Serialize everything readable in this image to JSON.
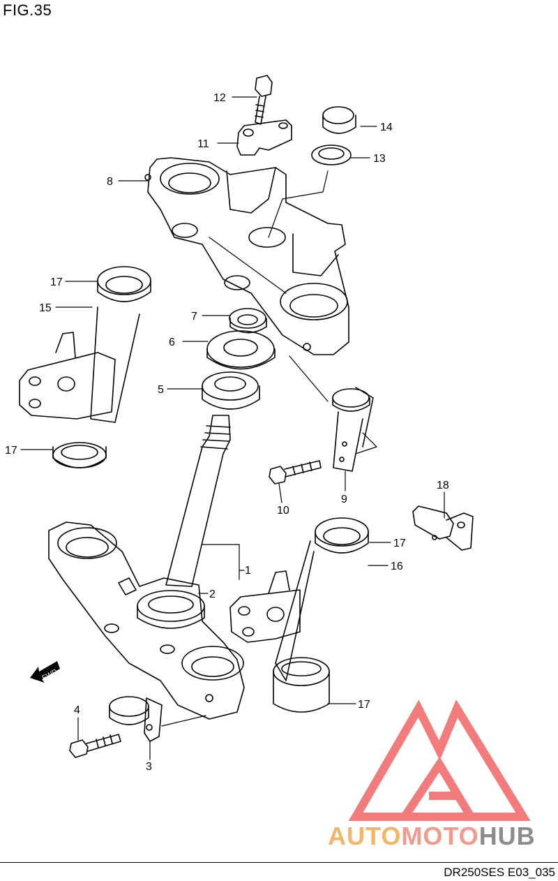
{
  "figure": {
    "title": "FIG.35",
    "code": "DR250SES E03_035"
  },
  "watermark": {
    "word_part1": "AUTO",
    "word_part2": "MOTO",
    "word_part3": "HUB",
    "colors": {
      "triangle": "#f47b7b",
      "auto": "#f5b566",
      "moto": "#f29a8e",
      "hub": "#8c8c8c"
    }
  },
  "fwd_label": "FWD",
  "callouts": [
    "1",
    "2",
    "3",
    "4",
    "5",
    "6",
    "7",
    "8",
    "9",
    "10",
    "11",
    "12",
    "13",
    "14",
    "15",
    "16",
    "17",
    "18"
  ]
}
